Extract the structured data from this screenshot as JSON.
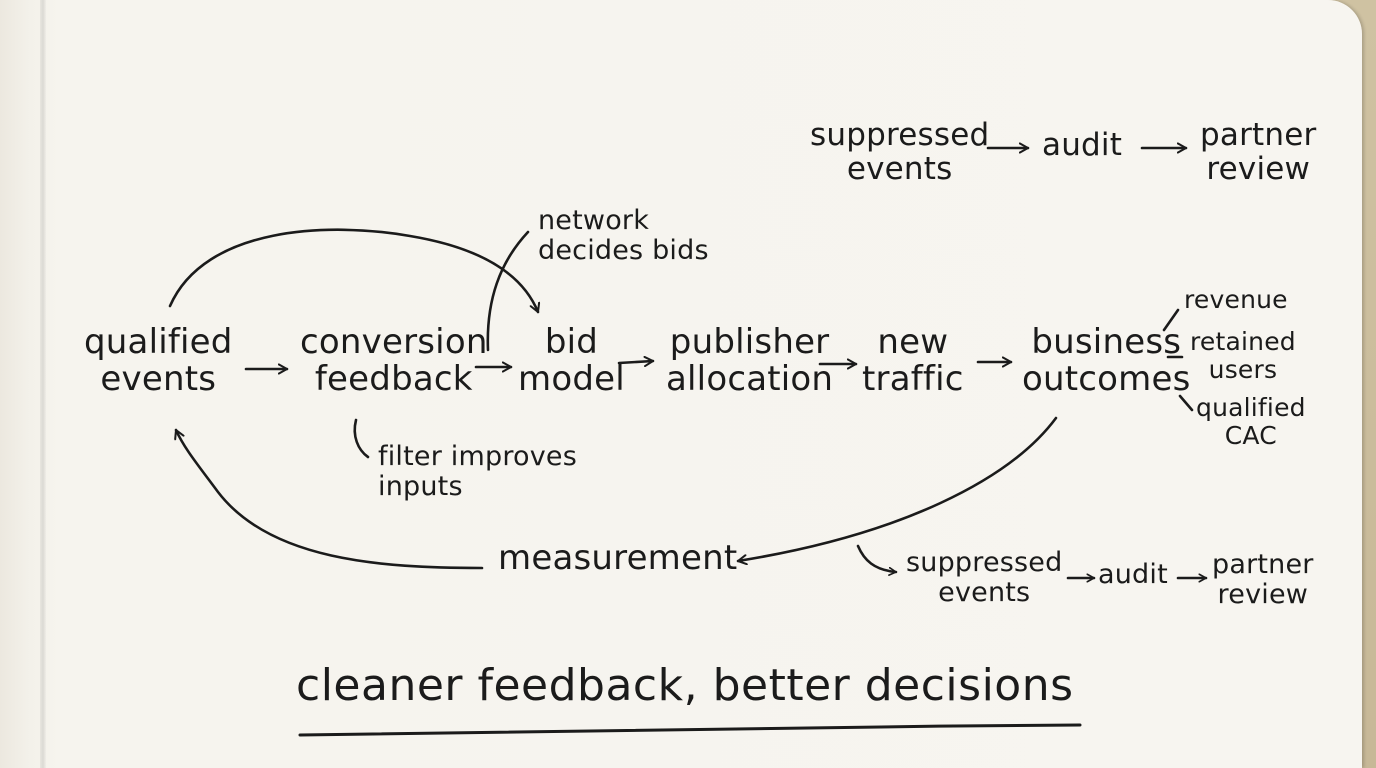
{
  "nodes": {
    "qualified_events": [
      "qualified",
      "events"
    ],
    "conversion_feedback": [
      "conversion",
      "feedback"
    ],
    "bid_model": [
      "bid",
      "model"
    ],
    "publisher_allocation": [
      "publisher",
      "allocation"
    ],
    "new_traffic": [
      "new",
      "traffic"
    ],
    "business_outcomes": [
      "business",
      "outcomes"
    ],
    "measurement": "measurement"
  },
  "notes": {
    "network_decides_bids": [
      "network",
      "decides bids"
    ],
    "filter_improves_inputs": [
      "filter improves",
      "inputs"
    ]
  },
  "outcomes": {
    "revenue": "revenue",
    "retained_users": [
      "retained",
      "users"
    ],
    "qualified_cac": [
      "qualified",
      "CAC"
    ]
  },
  "audit_chain_top": {
    "suppressed_events": [
      "suppressed",
      "events"
    ],
    "audit": "audit",
    "partner_review": [
      "partner",
      "review"
    ]
  },
  "audit_chain_bottom": {
    "suppressed_events": [
      "suppressed",
      "events"
    ],
    "audit": "audit",
    "partner_review": [
      "partner",
      "review"
    ]
  },
  "tagline": "cleaner feedback, better decisions",
  "colors": {
    "ink": "#1b1b1b",
    "paper": "#f7f5f0",
    "backdrop": "#cdbf9f"
  }
}
